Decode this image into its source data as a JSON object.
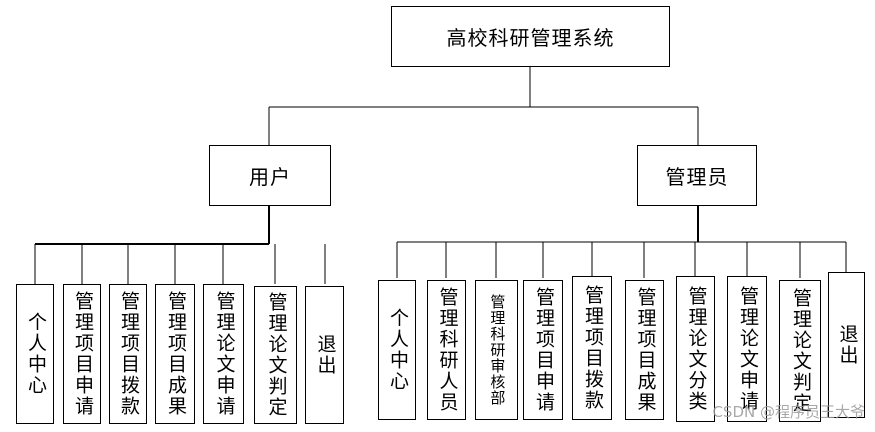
{
  "root": {
    "label": "高校科研管理系统"
  },
  "groups": [
    {
      "label": "用户",
      "children": [
        "个人中心",
        "管理项目申请",
        "管理项目拨款",
        "管理项目成果",
        "管理论文申请",
        "管理论文判定",
        "退出"
      ]
    },
    {
      "label": "管理员",
      "children": [
        "个人中心",
        "管理科研人员",
        "管理科研审核部",
        "管理项目申请",
        "管理项目拨款",
        "管理项目成果",
        "管理论文分类",
        "管理论文申请",
        "管理论文判定",
        "退出"
      ]
    }
  ],
  "watermark": "CSDN @程序员王大爷"
}
